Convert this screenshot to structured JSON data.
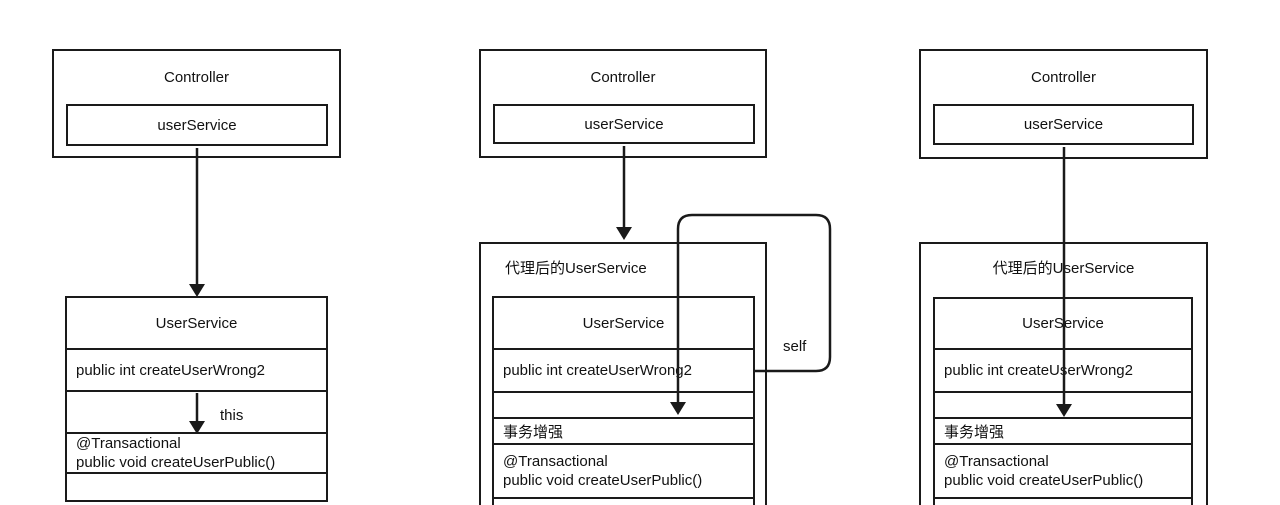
{
  "panels": [
    {
      "controller": "Controller",
      "field": "userService",
      "class_name": "UserService",
      "method1": "public int createUserWrong2",
      "annotation": "@Transactional",
      "method2": "public void createUserPublic()",
      "arrow_label": "this"
    },
    {
      "controller": "Controller",
      "field": "userService",
      "proxy_title": "代理后的UserService",
      "class_name": "UserService",
      "method1": "public int createUserWrong2",
      "enhance": "事务增强",
      "annotation": "@Transactional",
      "method2": "public void createUserPublic()",
      "arrow_label": "self"
    },
    {
      "controller": "Controller",
      "field": "userService",
      "proxy_title": "代理后的UserService",
      "class_name": "UserService",
      "method1": "public int createUserWrong2",
      "enhance": "事务增强",
      "annotation": "@Transactional",
      "method2": "public void createUserPublic()"
    }
  ],
  "colors": {
    "line": "#1a1a1a",
    "background": "#ffffff"
  }
}
